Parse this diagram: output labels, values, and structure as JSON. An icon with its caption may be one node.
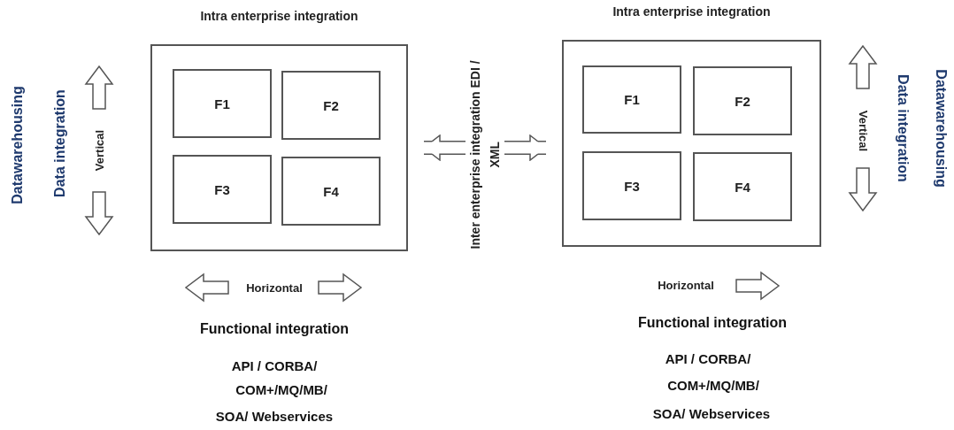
{
  "diagram": {
    "nodes": [
      {
        "text": [
          "Intra enterprise integration"
        ]
      },
      {
        "text": [
          "F1"
        ],
        "in": 0
      },
      {
        "text": [
          "F2"
        ],
        "in": 0
      },
      {
        "text": [
          "F3"
        ],
        "in": 0
      },
      {
        "text": [
          "F4"
        ],
        "in": 0
      },
      {
        "text": [
          "Intra enterprise integration"
        ]
      },
      {
        "text": [
          "F1"
        ],
        "in": 5
      },
      {
        "text": [
          "F2"
        ],
        "in": 5
      },
      {
        "text": [
          "F3"
        ],
        "in": 5
      },
      {
        "text": [
          "F4"
        ],
        "in": 5
      }
    ],
    "edges": [
      {
        "from": 0,
        "to": 5,
        "arrow": "both",
        "label": "Inter enterprise integration EDI / XML"
      }
    ],
    "labels": [
      "Datawarehousing",
      "Data integration",
      "Vertical",
      "Horizontal",
      "Functional integration",
      "API / CORBA/",
      "COM+/MQ/MB/",
      "SOA/ Webservices",
      "Vertical",
      "Data integration",
      "Datawarehousing",
      "Horizontal",
      "Functional integration",
      "API / CORBA/",
      "COM+/MQ/MB/",
      "SOA/ Webservices"
    ]
  }
}
